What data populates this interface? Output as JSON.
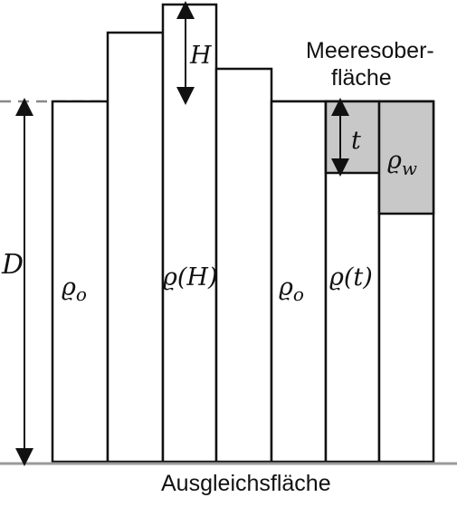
{
  "labels": {
    "surface_line1": "Meeresober-",
    "surface_line2": "fläche",
    "compensation": "Ausgleichsfläche",
    "depth": "D",
    "height": "H",
    "thickness": "t",
    "rho_0_left": "ϱ",
    "rho_0_left_sub": "o",
    "rho_H": "ϱ(H)",
    "rho_0_right": "ϱ",
    "rho_0_right_sub": "o",
    "rho_t": "ϱ(t)",
    "rho_w": "ϱ",
    "rho_w_sub": "w"
  },
  "colors": {
    "stroke": "#111111",
    "water_fill": "#c8c8c8",
    "baseline": "#9a9a9a",
    "dashed": "#888888"
  }
}
